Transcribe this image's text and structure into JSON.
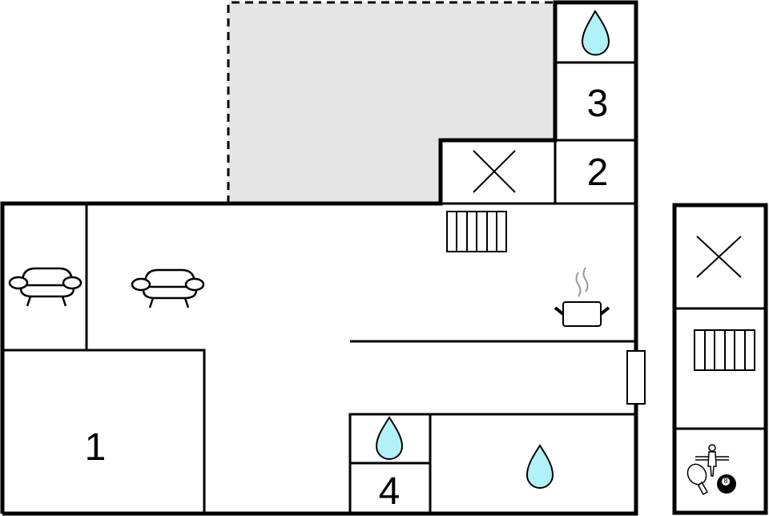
{
  "floorplan": {
    "background": "#ffffff",
    "wall_color": "#000000",
    "terrace_fill": "#e5e5e5",
    "water_color": "#b0f2f8",
    "steam_color": "#999999",
    "rooms": [
      {
        "id": "bedroom-1",
        "label": "1"
      },
      {
        "id": "bedroom-2",
        "label": "2"
      },
      {
        "id": "bedroom-3",
        "label": "3"
      },
      {
        "id": "bedroom-4",
        "label": "4"
      }
    ],
    "icons": [
      {
        "name": "sofa-icon",
        "room": "living-left"
      },
      {
        "name": "sofa-icon",
        "room": "living-main"
      },
      {
        "name": "radiator-icon",
        "room": "living-main"
      },
      {
        "name": "cooking-pot-icon",
        "room": "kitchen"
      },
      {
        "name": "water-drop-icon",
        "room": "bathroom-top"
      },
      {
        "name": "water-drop-icon",
        "room": "bathroom-4"
      },
      {
        "name": "water-drop-icon",
        "room": "bathroom-bottom"
      },
      {
        "name": "cross-icon",
        "room": "storage-top"
      },
      {
        "name": "cross-icon",
        "room": "annex-top"
      },
      {
        "name": "radiator-icon",
        "room": "annex-middle"
      },
      {
        "name": "game-room-icon",
        "room": "annex-bottom"
      }
    ],
    "billiard_ball_number": "8"
  }
}
